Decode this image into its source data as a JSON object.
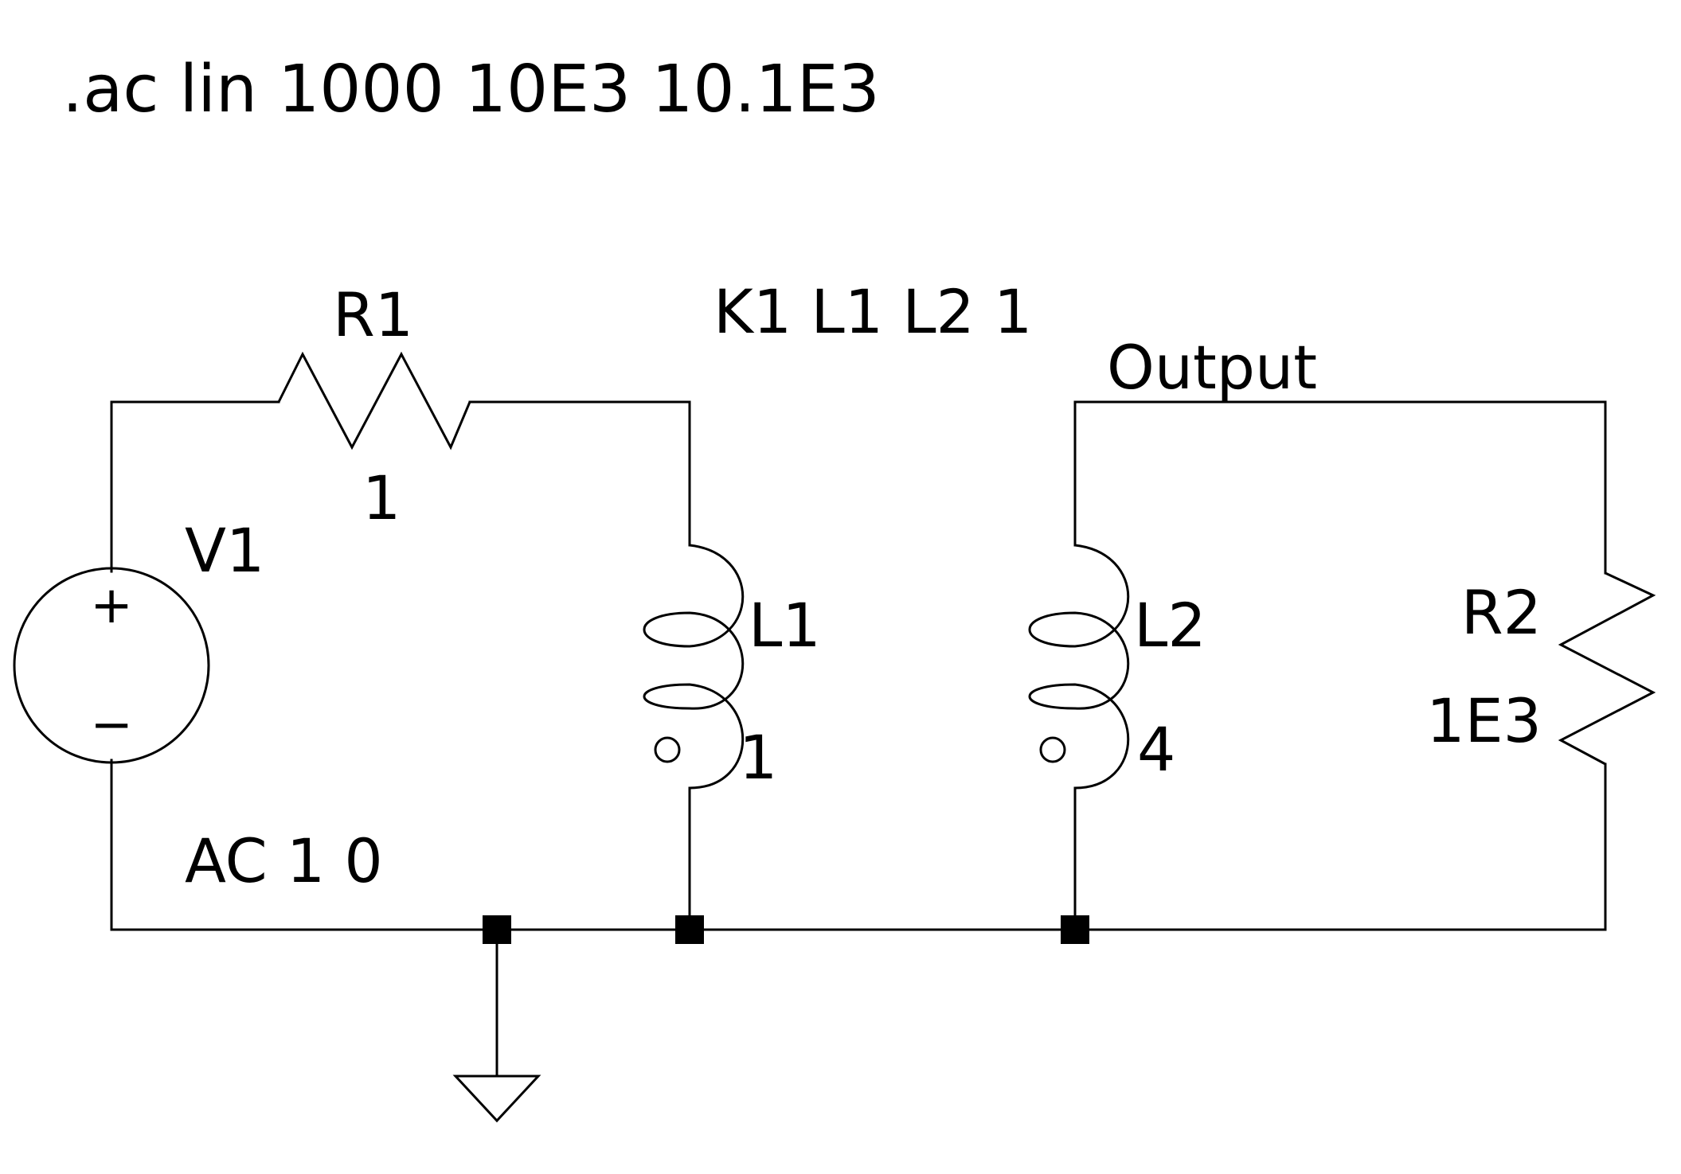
{
  "directive": ".ac lin 1000 10E3 10.1E3",
  "coupling": "K1 L1 L2 1",
  "net_label": "Output",
  "components": {
    "v1": {
      "name": "V1",
      "value": "AC 1 0",
      "plus": "+",
      "minus": "−"
    },
    "r1": {
      "name": "R1",
      "value": "1"
    },
    "l1": {
      "name": "L1",
      "value": "1"
    },
    "l2": {
      "name": "L2",
      "value": "4"
    },
    "r2": {
      "name": "R2",
      "value": "1E3"
    }
  }
}
